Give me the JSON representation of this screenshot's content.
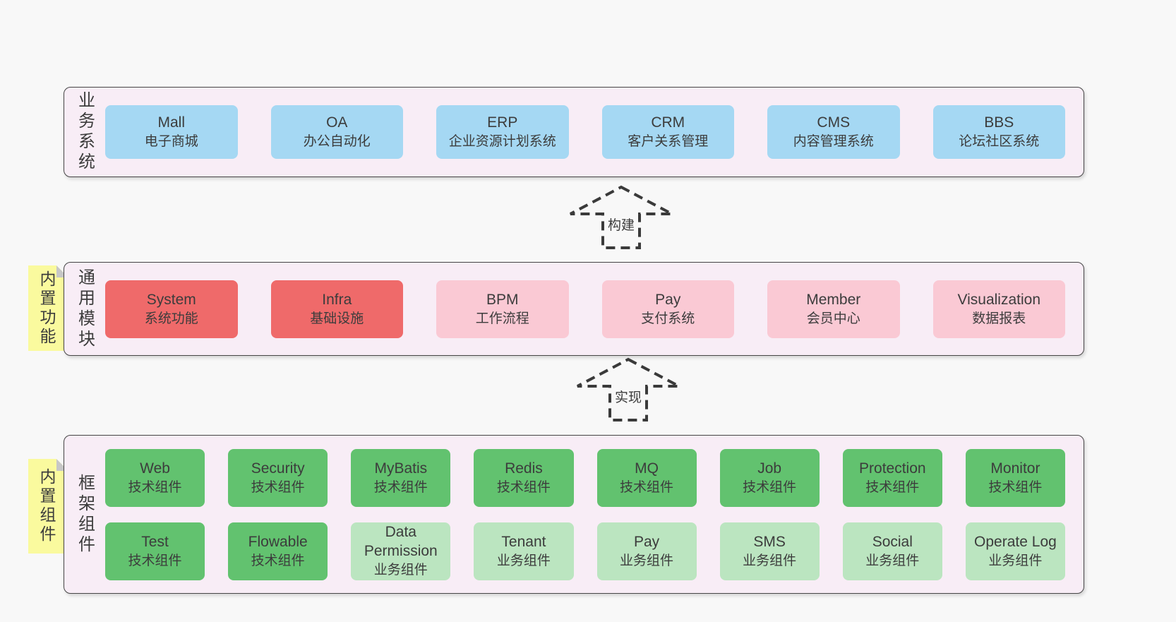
{
  "colors": {
    "page_bg": "#f8f8f8",
    "panel_bg": "#f8edf6",
    "panel_border": "#464646",
    "sticky_bg": "#fafa9e",
    "sticky_fold": "#c7c7c7",
    "arrow": "#3a3a3a",
    "text": "#3c3c3c",
    "blue": "#a5d8f3",
    "red": "#ef6a6a",
    "pink": "#fac9d4",
    "green": "#62c26f",
    "green_light": "#bbe5c0"
  },
  "panels": [
    {
      "id": "business-systems",
      "label": "业务系统",
      "sticky": null,
      "rows": [
        [
          {
            "name": "Mall",
            "subtitle": "电子商城",
            "variant": "blue"
          },
          {
            "name": "OA",
            "subtitle": "办公自动化",
            "variant": "blue"
          },
          {
            "name": "ERP",
            "subtitle": "企业资源计划系统",
            "variant": "blue"
          },
          {
            "name": "CRM",
            "subtitle": "客户关系管理",
            "variant": "blue"
          },
          {
            "name": "CMS",
            "subtitle": "内容管理系统",
            "variant": "blue"
          },
          {
            "name": "BBS",
            "subtitle": "论坛社区系统",
            "variant": "blue"
          }
        ]
      ]
    },
    {
      "id": "common-modules",
      "label": "通用模块",
      "sticky": "内置功能",
      "rows": [
        [
          {
            "name": "System",
            "subtitle": "系统功能",
            "variant": "red"
          },
          {
            "name": "Infra",
            "subtitle": "基础设施",
            "variant": "red"
          },
          {
            "name": "BPM",
            "subtitle": "工作流程",
            "variant": "pink"
          },
          {
            "name": "Pay",
            "subtitle": "支付系统",
            "variant": "pink"
          },
          {
            "name": "Member",
            "subtitle": "会员中心",
            "variant": "pink"
          },
          {
            "name": "Visualization",
            "subtitle": "数据报表",
            "variant": "pink"
          }
        ]
      ]
    },
    {
      "id": "framework-components",
      "label": "框架组件",
      "sticky": "内置组件",
      "rows": [
        [
          {
            "name": "Web",
            "subtitle": "技术组件",
            "variant": "green"
          },
          {
            "name": "Security",
            "subtitle": "技术组件",
            "variant": "green"
          },
          {
            "name": "MyBatis",
            "subtitle": "技术组件",
            "variant": "green"
          },
          {
            "name": "Redis",
            "subtitle": "技术组件",
            "variant": "green"
          },
          {
            "name": "MQ",
            "subtitle": "技术组件",
            "variant": "green"
          },
          {
            "name": "Job",
            "subtitle": "技术组件",
            "variant": "green"
          },
          {
            "name": "Protection",
            "subtitle": "技术组件",
            "variant": "green"
          },
          {
            "name": "Monitor",
            "subtitle": "技术组件",
            "variant": "green"
          }
        ],
        [
          {
            "name": "Test",
            "subtitle": "技术组件",
            "variant": "green"
          },
          {
            "name": "Flowable",
            "subtitle": "技术组件",
            "variant": "green"
          },
          {
            "name": "Data Permission",
            "subtitle": "业务组件",
            "variant": "green_light"
          },
          {
            "name": "Tenant",
            "subtitle": "业务组件",
            "variant": "green_light"
          },
          {
            "name": "Pay",
            "subtitle": "业务组件",
            "variant": "green_light"
          },
          {
            "name": "SMS",
            "subtitle": "业务组件",
            "variant": "green_light"
          },
          {
            "name": "Social",
            "subtitle": "业务组件",
            "variant": "green_light"
          },
          {
            "name": "Operate Log",
            "subtitle": "业务组件",
            "variant": "green_light"
          }
        ]
      ]
    }
  ],
  "arrows": [
    {
      "label": "构建"
    },
    {
      "label": "实现"
    }
  ]
}
